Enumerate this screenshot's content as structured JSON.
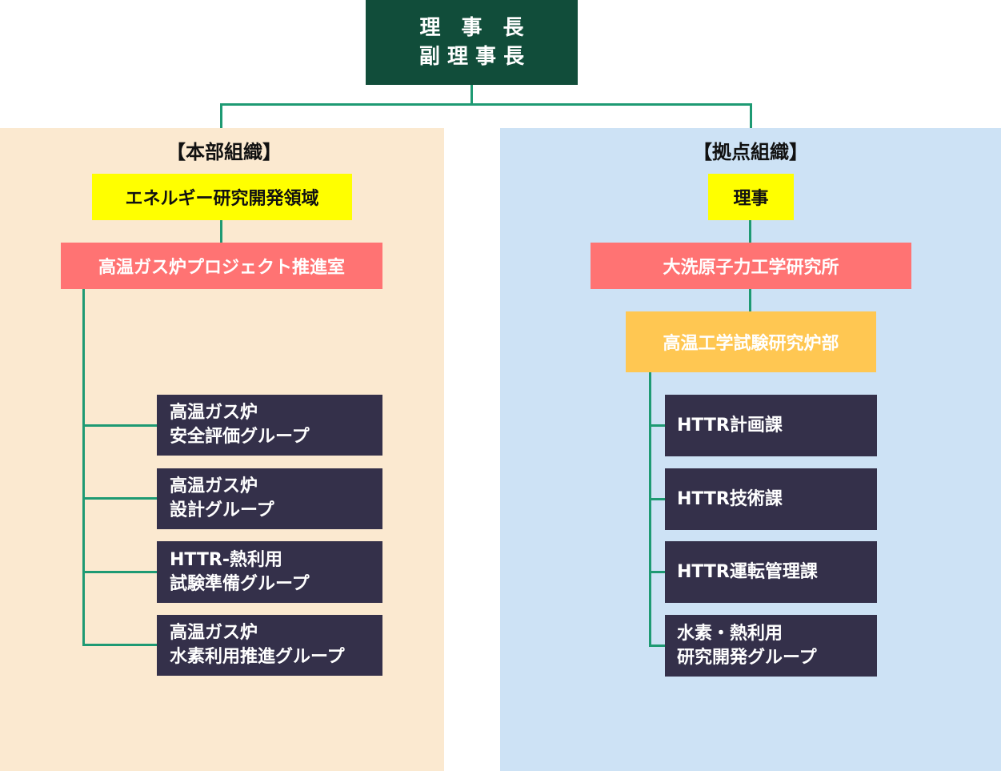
{
  "top": {
    "line1": "理　事　長",
    "line2": "副 理 事 長"
  },
  "left": {
    "heading": "【本部組織】",
    "domain_box": "エネルギー研究開発領域",
    "office_box": "高温ガス炉プロジェクト推進室",
    "groups": [
      {
        "line1": "高温ガス炉",
        "line2": "安全評価グループ"
      },
      {
        "line1": "高温ガス炉",
        "line2": "設計グループ"
      },
      {
        "line1": "HTTR-熱利用",
        "line2": "試験準備グループ"
      },
      {
        "line1": "高温ガス炉",
        "line2": "水素利用推進グループ"
      }
    ]
  },
  "right": {
    "heading": "【拠点組織】",
    "director_box": "理事",
    "institute_box": "大洗原子力工学研究所",
    "department_box": "高温工学試験研究炉部",
    "sections": [
      {
        "line1": "HTTR計画課"
      },
      {
        "line1": "HTTR技術課"
      },
      {
        "line1": "HTTR運転管理課"
      },
      {
        "line1": "水素・熱利用",
        "line2": "研究開発グループ"
      }
    ]
  },
  "colors": {
    "top_box": "#114d3a",
    "connector": "#1e9a73",
    "left_panel": "#fbe9d0",
    "right_panel": "#cde2f5",
    "yellow_box": "#ffff00",
    "red_box": "#ff7373",
    "orange_box": "#ffc752",
    "dark_box": "#34304a"
  }
}
